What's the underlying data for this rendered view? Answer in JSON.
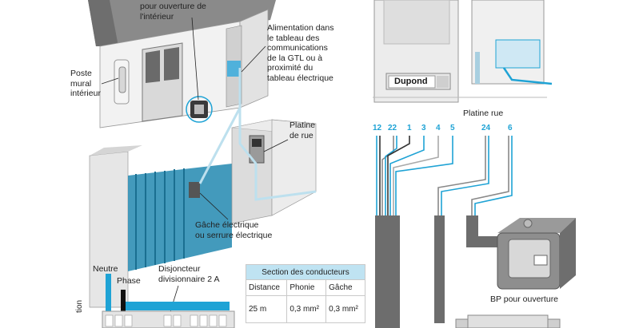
{
  "labels": {
    "bp_interieur": "pour ouverture de\nl'intérieur",
    "alimentation": "Alimentation dans\nle tableau des\ncommunications\nde la GTL ou à\nproximité du\ntableau électrique",
    "poste_mural": "Poste\nmural\nintérieur",
    "platine_rue_left": "Platine\nde rue",
    "gache": "Gâche électrique\nou serrure électrique",
    "neutre": "Neutre",
    "phase": "Phase",
    "disjoncteur": "Disjoncteur\ndivisionnaire 2 A",
    "dupond": "Dupond",
    "platine_rue_right": "Platine rue",
    "bp_ouverture": "BP pour ouverture",
    "side_text": "tion"
  },
  "terminals": [
    "12",
    "22",
    "1",
    "3",
    "4",
    "5",
    "24",
    "6"
  ],
  "table": {
    "title": "Section des conducteurs",
    "headers": [
      "Distance",
      "Phonie",
      "Gâche"
    ],
    "rows": [
      {
        "distance": "25 m",
        "phonie": "0,3 mm²",
        "gache": "0,3 mm²"
      }
    ]
  },
  "colors": {
    "accent_blue": "#1fa3d5",
    "light_blue": "#bfe3f2",
    "gate_blue": "#2f8fb5"
  }
}
